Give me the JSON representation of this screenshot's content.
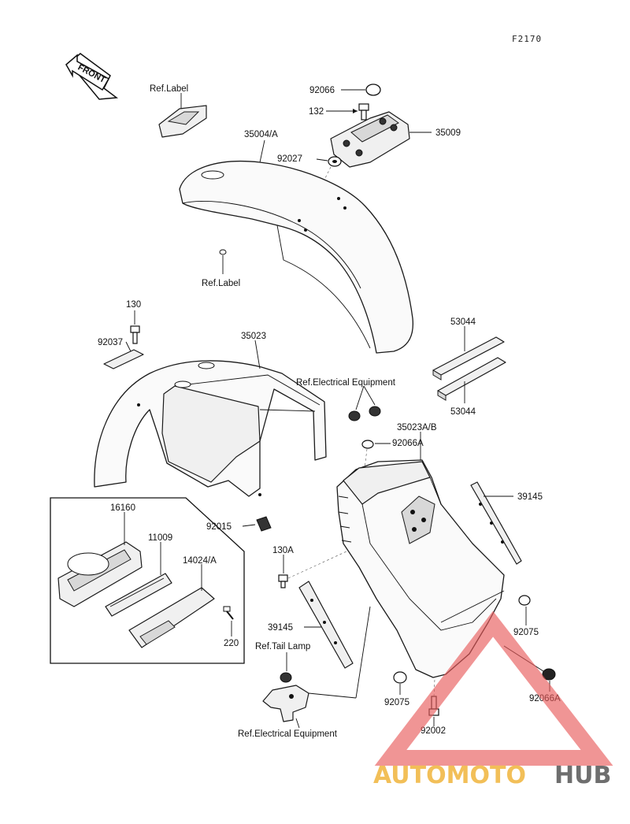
{
  "diagram": {
    "code": "F2170",
    "front_label": "FRONT",
    "labels": {
      "ref_label_top": "Ref.Label",
      "p92066": "92066",
      "p132": "132",
      "p35009": "35009",
      "p35004a": "35004/A",
      "p92027": "92027",
      "ref_label_mid": "Ref.Label",
      "p130": "130",
      "p92037": "92037",
      "p35023": "35023",
      "p53044_top": "53044",
      "p53044_bottom": "53044",
      "ref_elec_top": "Ref.Electrical Equipment",
      "p35023ab": "35023A/B",
      "p92066a_top": "92066A",
      "p39145_right": "39145",
      "p16160": "16160",
      "p11009": "11009",
      "p14024a": "14024/A",
      "p92015": "92015",
      "p130a": "130A",
      "p220": "220",
      "p39145_left": "39145",
      "p92075_right": "92075",
      "ref_tail_lamp": "Ref.Tail Lamp",
      "p92066a_bottom": "92066A",
      "p92075_bottom": "92075",
      "p92002": "92002",
      "ref_elec_bottom": "Ref.Electrical Equipment"
    }
  },
  "watermark": {
    "part1": "AUTOMOTO",
    "part2": "HUB",
    "color_primary": "#e85a5a",
    "color_accent": "#f0b43c",
    "color_dark": "#555555"
  }
}
